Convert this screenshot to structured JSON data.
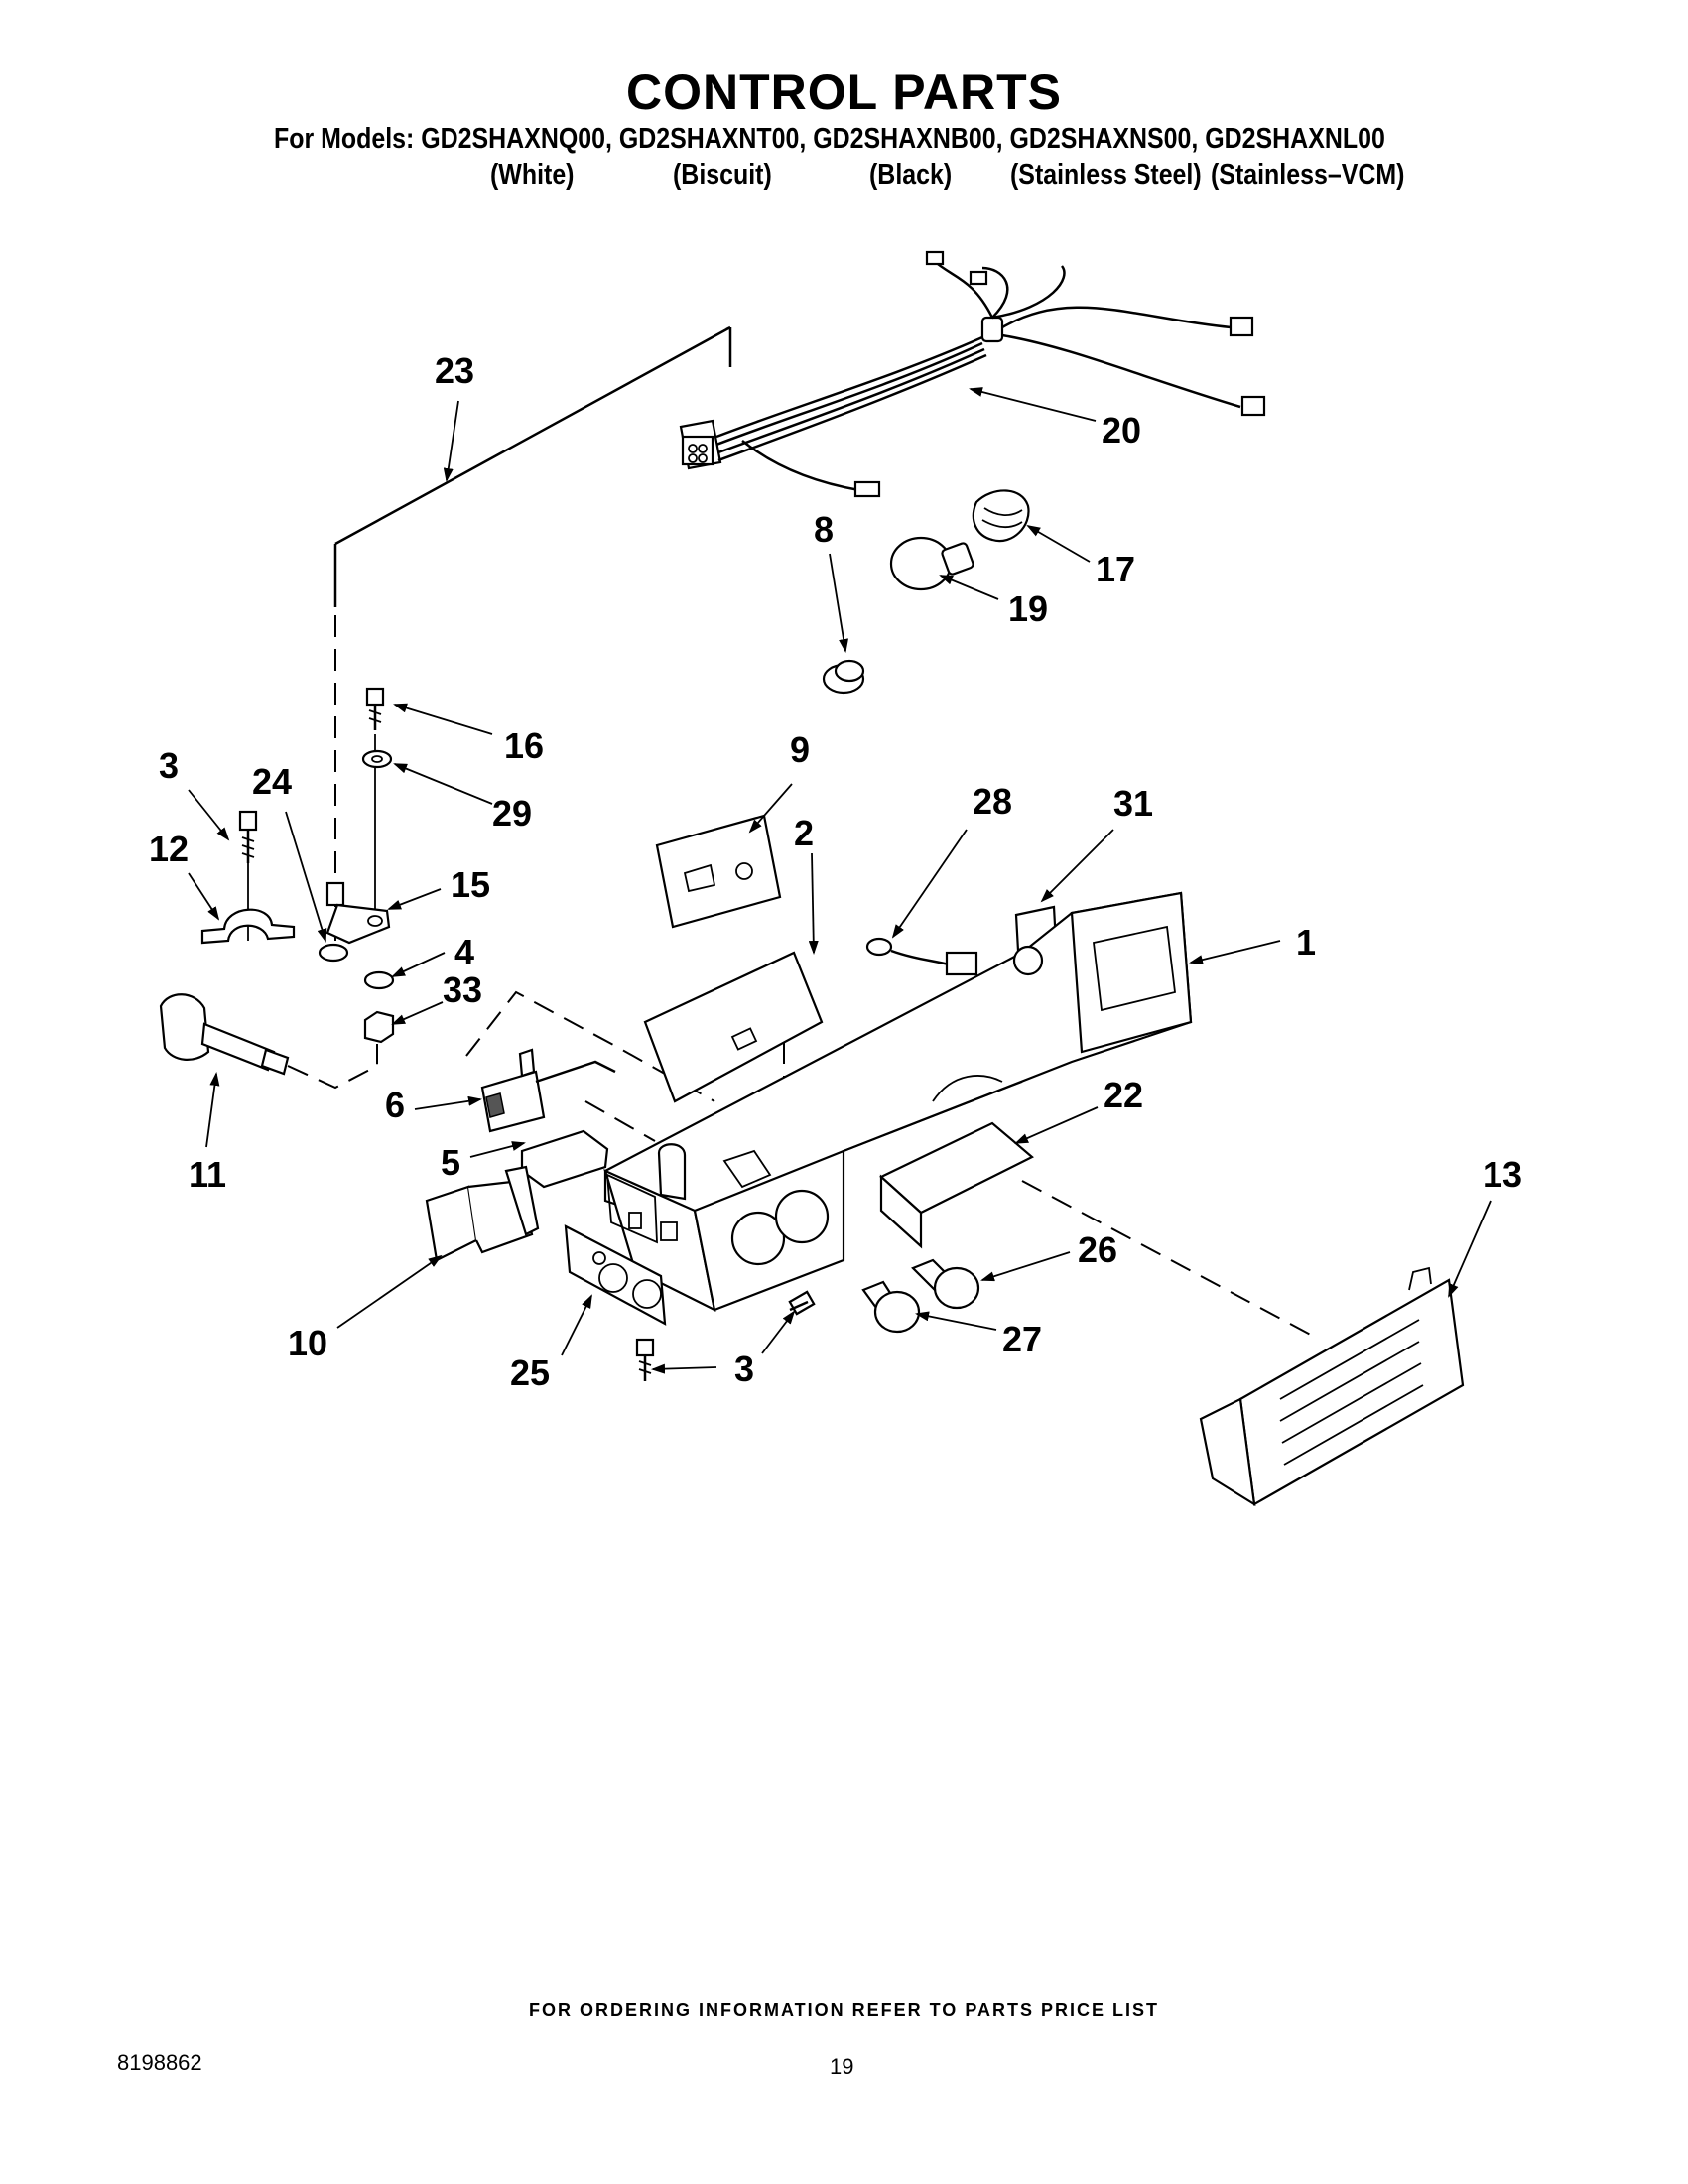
{
  "header": {
    "title": "CONTROL PARTS",
    "models_line": "For Models: GD2SHAXNQ00, GD2SHAXNT00, GD2SHAXNB00, GD2SHAXNS00, GD2SHAXNL00",
    "colors": [
      "(White)",
      "(Biscuit)",
      "(Black)",
      "(Stainless Steel)",
      "(Stainless–VCM)"
    ]
  },
  "callouts": [
    "23",
    "20",
    "8",
    "17",
    "19",
    "16",
    "29",
    "3",
    "24",
    "12",
    "15",
    "9",
    "28",
    "31",
    "2",
    "1",
    "4",
    "33",
    "11",
    "6",
    "5",
    "22",
    "13",
    "26",
    "10",
    "25",
    "3",
    "27"
  ],
  "footer": {
    "ordering_note": "FOR ORDERING INFORMATION REFER TO PARTS PRICE LIST",
    "document_number": "8198862",
    "page_number": "19"
  }
}
